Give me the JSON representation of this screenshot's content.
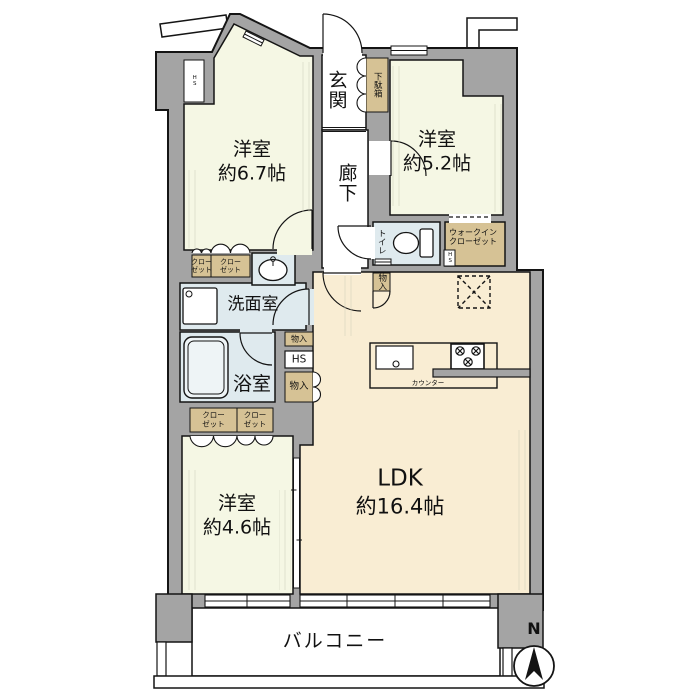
{
  "floorplan": {
    "type": "apartment-floor-plan",
    "compass": "N",
    "rooms": {
      "room67": {
        "name": "洋室",
        "size": "約6.7帖"
      },
      "room52": {
        "name": "洋室",
        "size": "約5.2帖"
      },
      "room46": {
        "name": "洋室",
        "size": "約4.6帖"
      },
      "ldk": {
        "name": "LDK",
        "size": "約16.4帖"
      }
    },
    "spaces": {
      "genkan": "玄関",
      "rouka": "廊下",
      "getabako": "下駄箱",
      "toilet": "トイレ",
      "wic": {
        "line1": "ウォークイン",
        "line2": "クローゼット"
      },
      "senmenshitsu": "洗面室",
      "yokushitsu": "浴室",
      "closet": {
        "line1": "クロー",
        "line2": "ゼット"
      },
      "monoiri": "物入",
      "hs": "HS",
      "counter": "カウンター",
      "balcony": "バルコニー"
    },
    "colors": {
      "wall": "#a4a4a4",
      "outline": "#141414",
      "western_room": "#f5f7e4",
      "ldk": "#f9edd3",
      "wet_area": "#dfeaee",
      "closet": "#d6c295",
      "white_area": "#ffffff"
    }
  }
}
